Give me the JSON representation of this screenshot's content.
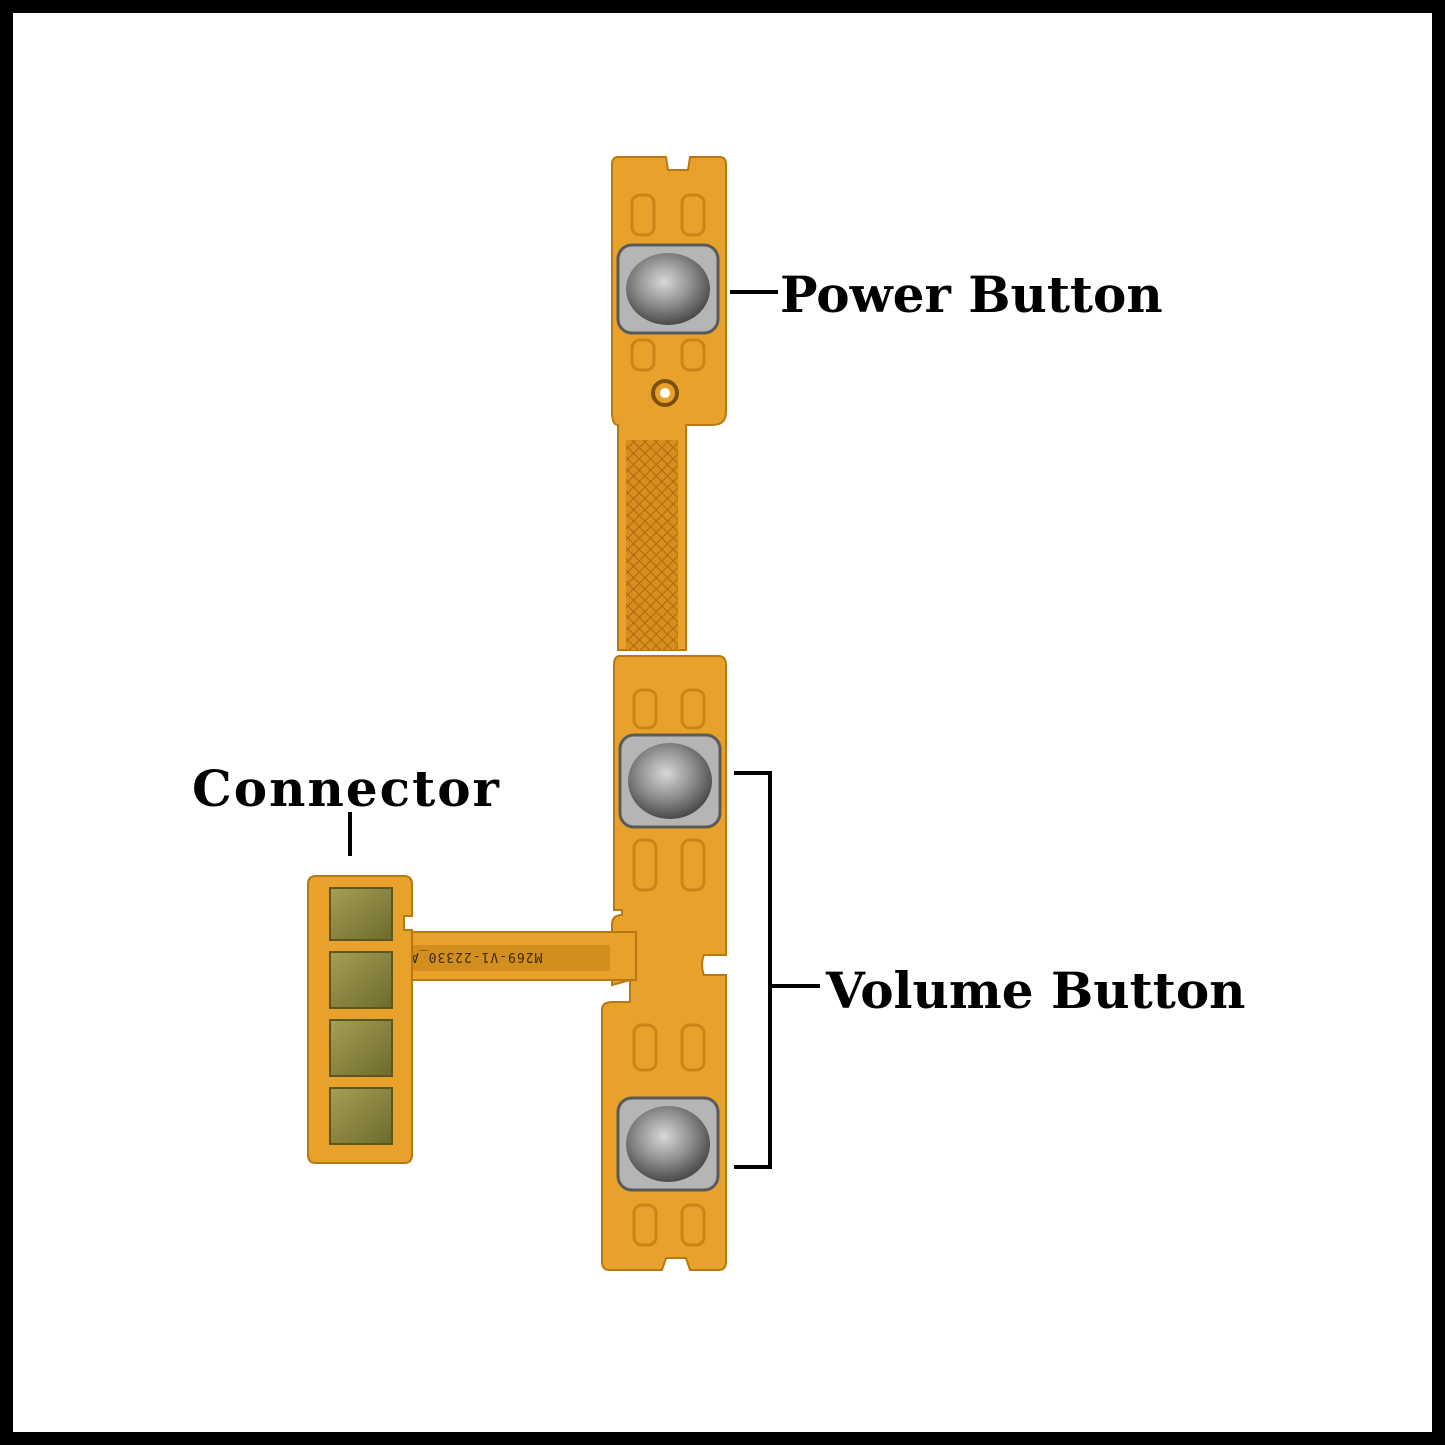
{
  "labels": {
    "power": "Power Button",
    "volume": "Volume Button",
    "connector": "Connector"
  },
  "pcb_marking": "M269-V1-22330_A",
  "colors": {
    "flex": "#e8a12a",
    "flex_dark": "#c98518",
    "contact_pad": "#8a8a3c",
    "dome": "#9a9a9a",
    "frame": "#000000",
    "background": "#ffffff"
  }
}
